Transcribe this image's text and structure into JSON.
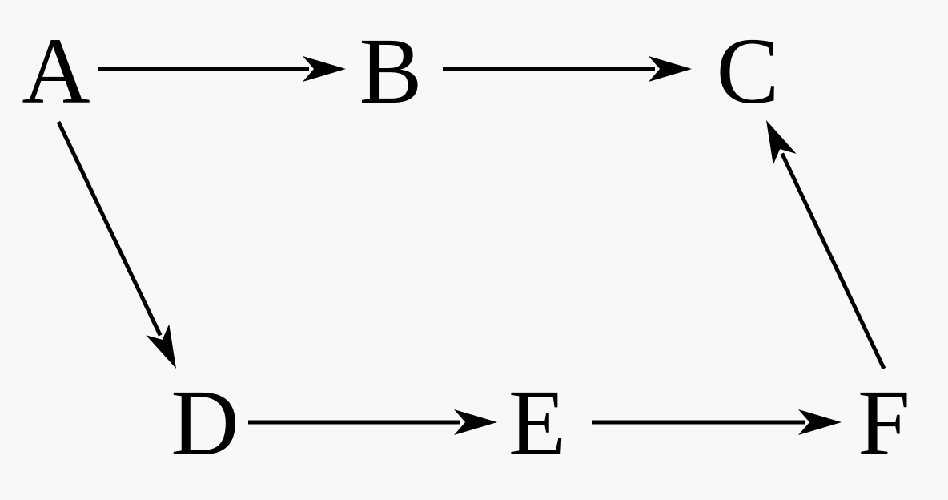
{
  "diagram": {
    "background_color": "#f7f8fa",
    "ink_color": "#000000",
    "nodes": [
      {
        "id": "A",
        "label": "A"
      },
      {
        "id": "B",
        "label": "B"
      },
      {
        "id": "C",
        "label": "C"
      },
      {
        "id": "D",
        "label": "D"
      },
      {
        "id": "E",
        "label": "E"
      },
      {
        "id": "F",
        "label": "F"
      }
    ],
    "edges": [
      {
        "from": "A",
        "to": "B"
      },
      {
        "from": "B",
        "to": "C"
      },
      {
        "from": "A",
        "to": "D"
      },
      {
        "from": "D",
        "to": "E"
      },
      {
        "from": "E",
        "to": "F"
      },
      {
        "from": "F",
        "to": "C"
      }
    ]
  }
}
